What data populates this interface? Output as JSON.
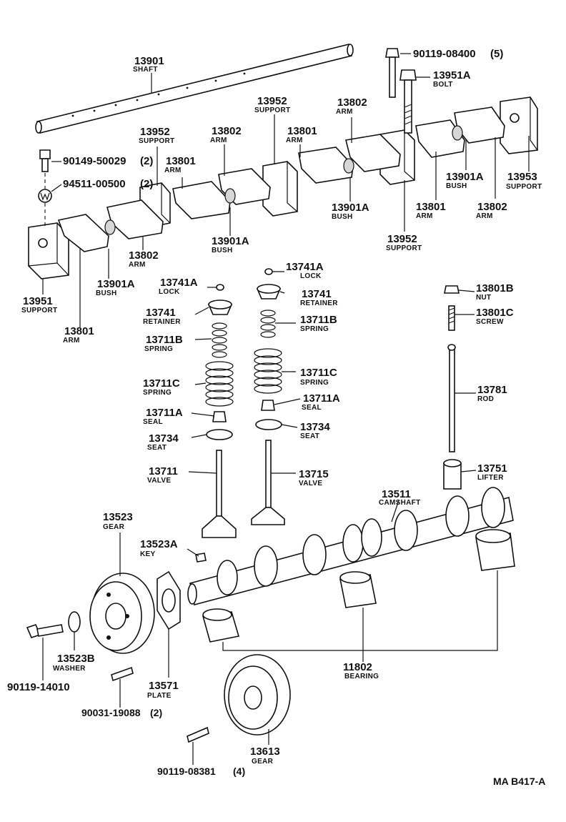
{
  "diagram_ref": "MA B417-A",
  "parts": [
    {
      "id": "13901",
      "name": "SHAFT",
      "qty": "",
      "key": "shaft"
    },
    {
      "id": "90119-08400",
      "name": "",
      "qty": "(5)",
      "key": "bolt-top"
    },
    {
      "id": "13951A",
      "name": "BOLT",
      "qty": "",
      "key": "bolt-13951a"
    },
    {
      "id": "13952",
      "name": "SUPPORT",
      "qty": "",
      "key": "support-center"
    },
    {
      "id": "13802",
      "name": "ARM",
      "qty": "",
      "key": "arm-13802-upper-right"
    },
    {
      "id": "13952",
      "name": "SUPPORT",
      "qty": "",
      "key": "support-left"
    },
    {
      "id": "13802",
      "name": "ARM",
      "qty": "",
      "key": "arm-13802-center"
    },
    {
      "id": "13801",
      "name": "ARM",
      "qty": "",
      "key": "arm-13801-center"
    },
    {
      "id": "90149-50029",
      "name": "",
      "qty": "(2)",
      "key": "bolt-left"
    },
    {
      "id": "13801",
      "name": "ARM",
      "qty": "",
      "key": "arm-13801-left"
    },
    {
      "id": "94511-00500",
      "name": "",
      "qty": "(2)",
      "key": "washer-left"
    },
    {
      "id": "13901A",
      "name": "BUSH",
      "qty": "",
      "key": "bush-right"
    },
    {
      "id": "13953",
      "name": "SUPPORT",
      "qty": "",
      "key": "support-end"
    },
    {
      "id": "13901A",
      "name": "BUSH",
      "qty": "",
      "key": "bush-center-right"
    },
    {
      "id": "13801",
      "name": "ARM",
      "qty": "",
      "key": "arm-13801-right"
    },
    {
      "id": "13802",
      "name": "ARM",
      "qty": "",
      "key": "arm-13802-far-right"
    },
    {
      "id": "13952",
      "name": "SUPPORT",
      "qty": "",
      "key": "support-right"
    },
    {
      "id": "13901A",
      "name": "BUSH",
      "qty": "",
      "key": "bush-center"
    },
    {
      "id": "13802",
      "name": "ARM",
      "qty": "",
      "key": "arm-13802-left"
    },
    {
      "id": "13901A",
      "name": "BUSH",
      "qty": "",
      "key": "bush-left"
    },
    {
      "id": "13951",
      "name": "SUPPORT",
      "qty": "",
      "key": "support-13951"
    },
    {
      "id": "13801",
      "name": "ARM",
      "qty": "",
      "key": "arm-13801-bottom"
    },
    {
      "id": "13741A",
      "name": "LOCK",
      "qty": "",
      "key": "lock-left"
    },
    {
      "id": "13741A",
      "name": "LOCK",
      "qty": "",
      "key": "lock-right"
    },
    {
      "id": "13741",
      "name": "RETAINER",
      "qty": "",
      "key": "retainer-left"
    },
    {
      "id": "13741",
      "name": "RETAINER",
      "qty": "",
      "key": "retainer-right"
    },
    {
      "id": "13711B",
      "name": "SPRING",
      "qty": "",
      "key": "spring-inner-left"
    },
    {
      "id": "13711B",
      "name": "SPRING",
      "qty": "",
      "key": "spring-inner-right"
    },
    {
      "id": "13711C",
      "name": "SPRING",
      "qty": "",
      "key": "spring-outer-left"
    },
    {
      "id": "13711C",
      "name": "SPRING",
      "qty": "",
      "key": "spring-outer-right"
    },
    {
      "id": "13711A",
      "name": "SEAL",
      "qty": "",
      "key": "seal-left"
    },
    {
      "id": "13711A",
      "name": "SEAL",
      "qty": "",
      "key": "seal-right"
    },
    {
      "id": "13734",
      "name": "SEAT",
      "qty": "",
      "key": "seat-left"
    },
    {
      "id": "13734",
      "name": "SEAT",
      "qty": "",
      "key": "seat-right"
    },
    {
      "id": "13711",
      "name": "VALVE",
      "qty": "",
      "key": "valve-intake"
    },
    {
      "id": "13715",
      "name": "VALVE",
      "qty": "",
      "key": "valve-exhaust"
    },
    {
      "id": "13801B",
      "name": "NUT",
      "qty": "",
      "key": "nut"
    },
    {
      "id": "13801C",
      "name": "SCREW",
      "qty": "",
      "key": "screw"
    },
    {
      "id": "13781",
      "name": "ROD",
      "qty": "",
      "key": "push-rod"
    },
    {
      "id": "13751",
      "name": "LIFTER",
      "qty": "",
      "key": "lifter"
    },
    {
      "id": "13511",
      "name": "CAMSHAFT",
      "qty": "",
      "key": "camshaft"
    },
    {
      "id": "13523",
      "name": "GEAR",
      "qty": "",
      "key": "cam-gear"
    },
    {
      "id": "13523A",
      "name": "KEY",
      "qty": "",
      "key": "key"
    },
    {
      "id": "13523B",
      "name": "WASHER",
      "qty": "",
      "key": "gear-washer"
    },
    {
      "id": "90119-14010",
      "name": "",
      "qty": "",
      "key": "gear-bolt"
    },
    {
      "id": "13571",
      "name": "PLATE",
      "qty": "",
      "key": "thrust-plate"
    },
    {
      "id": "90031-19088",
      "name": "",
      "qty": "(2)",
      "key": "plate-bolt"
    },
    {
      "id": "11802",
      "name": "BEARING",
      "qty": "",
      "key": "bearing"
    },
    {
      "id": "13613",
      "name": "GEAR",
      "qty": "",
      "key": "crank-gear"
    },
    {
      "id": "90119-08381",
      "name": "",
      "qty": "(4)",
      "key": "crank-bolt"
    }
  ]
}
